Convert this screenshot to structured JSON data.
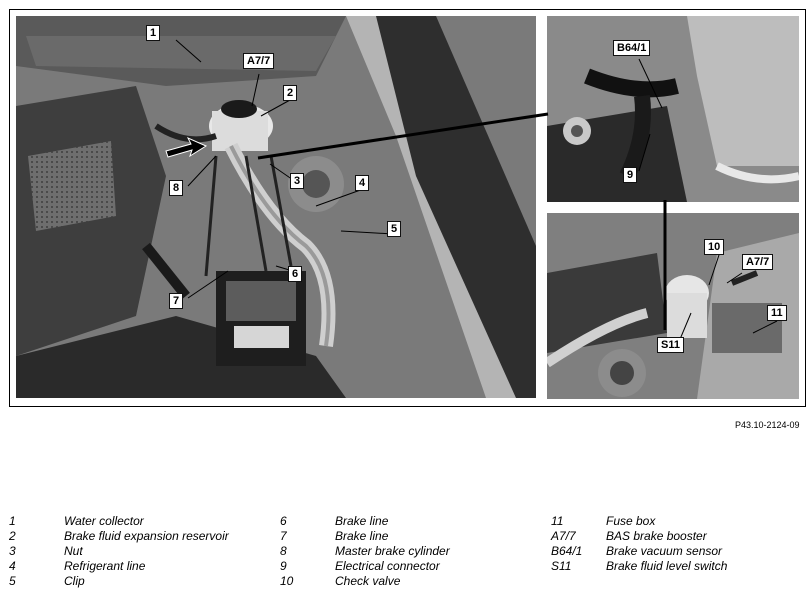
{
  "figure": {
    "reference_code": "P43.10-2124-09",
    "callouts": {
      "c1": "1",
      "c2": "2",
      "c3": "3",
      "c4": "4",
      "c5": "5",
      "c6": "6",
      "c7": "7",
      "c8": "8",
      "a77_main": "A7/7",
      "b641": "B64/1",
      "c9": "9",
      "c10": "10",
      "a77_inset": "A7/7",
      "c11": "11",
      "s11": "S11"
    }
  },
  "legend": {
    "col1": [
      {
        "key": "1",
        "label": "Water collector"
      },
      {
        "key": "2",
        "label": "Brake fluid expansion reservoir"
      },
      {
        "key": "3",
        "label": "Nut"
      },
      {
        "key": "4",
        "label": "Refrigerant line"
      },
      {
        "key": "5",
        "label": "Clip"
      }
    ],
    "col2": [
      {
        "key": "6",
        "label": "Brake line"
      },
      {
        "key": "7",
        "label": "Brake line"
      },
      {
        "key": "8",
        "label": "Master brake cylinder"
      },
      {
        "key": "9",
        "label": "Electrical connector"
      },
      {
        "key": "10",
        "label": "Check valve"
      }
    ],
    "col3": [
      {
        "key": "11",
        "label": "Fuse box"
      },
      {
        "key": "A7/7",
        "label": "BAS brake booster"
      },
      {
        "key": "B64/1",
        "label": "Brake vacuum sensor"
      },
      {
        "key": "S11",
        "label": "Brake fluid level switch"
      }
    ]
  }
}
